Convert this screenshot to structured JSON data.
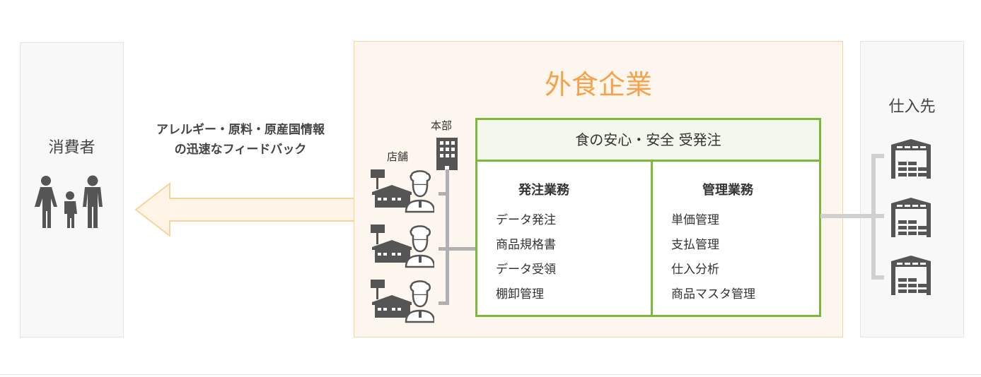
{
  "consumer": {
    "title": "消費者",
    "icon": "family-icon"
  },
  "feedback": {
    "line1": "アレルギー・原料・原産国情報",
    "line2": "の迅速なフィードバック"
  },
  "company": {
    "title": "外食企業",
    "hq_label": "本部",
    "store_label": "店舗",
    "system_title": "食の安心・安全 受発注",
    "ordering": {
      "title": "発注業務",
      "items": [
        "データ発注",
        "商品規格書",
        "データ受領",
        "棚卸管理"
      ]
    },
    "management": {
      "title": "管理業務",
      "items": [
        "単価管理",
        "支払管理",
        "仕入分析",
        "商品マスタ管理"
      ]
    }
  },
  "supplier": {
    "title": "仕入先",
    "icon": "warehouse-icon"
  },
  "colors": {
    "orange": "#f7a24b",
    "green": "#7cb93a",
    "icon": "#555555",
    "line": "#b8b8b8"
  }
}
